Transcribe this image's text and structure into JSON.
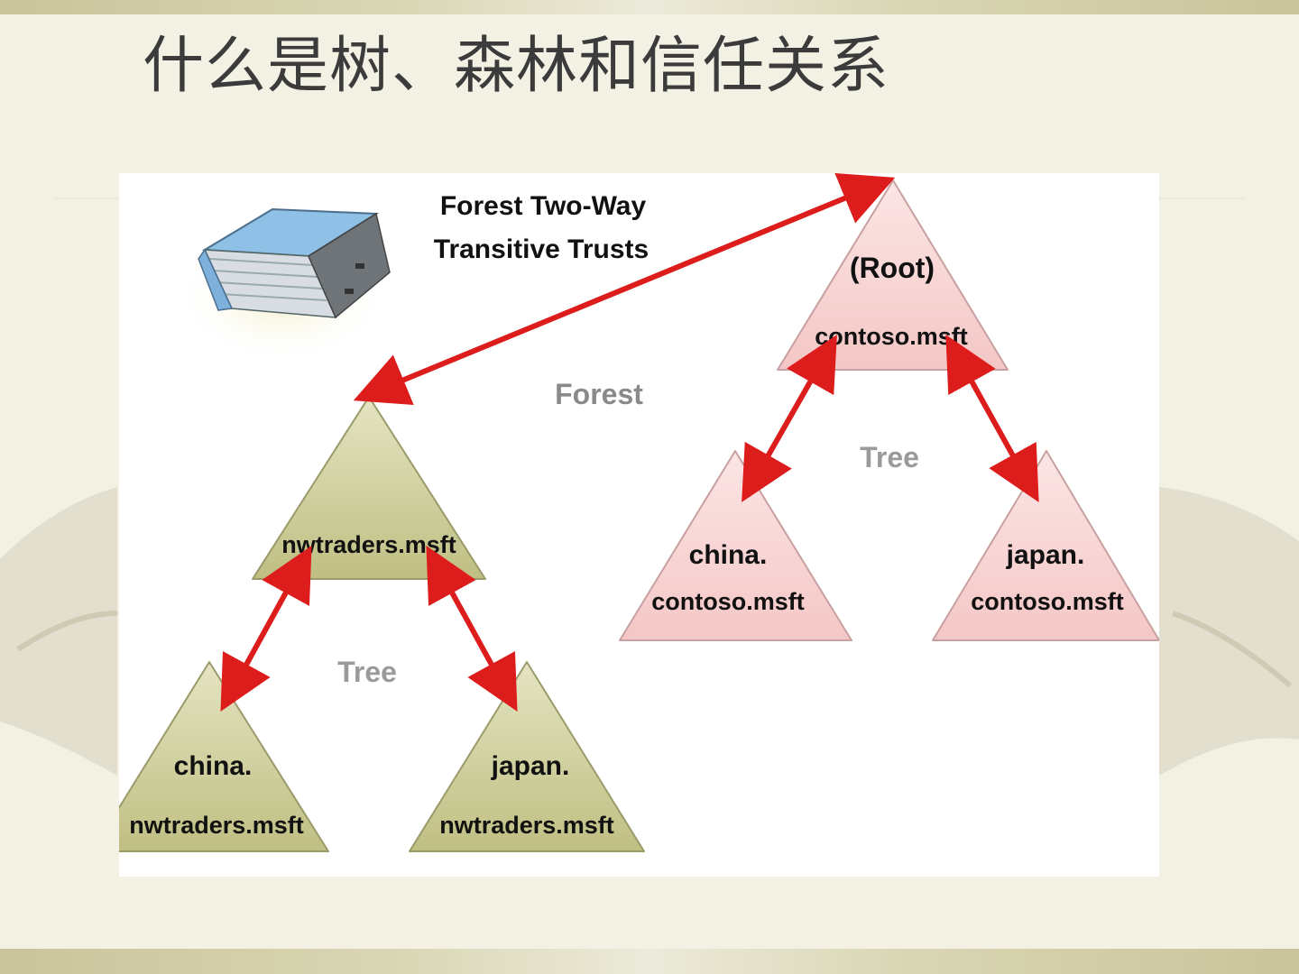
{
  "slide": {
    "title": "什么是树、森林和信任关系"
  },
  "diagram": {
    "forest_trust_label_line1": "Forest Two-Way",
    "forest_trust_label_line2": "Transitive Trusts",
    "forest_label": "Forest",
    "trees": [
      {
        "tree_label": "Tree",
        "root": {
          "line1": "",
          "line2": "nwtraders.msft"
        },
        "children": [
          {
            "line1": "china.",
            "line2": "nwtraders.msft"
          },
          {
            "line1": "japan.",
            "line2": "nwtraders.msft"
          }
        ],
        "color": "#c8c890"
      },
      {
        "tree_label": "Tree",
        "root": {
          "line1": "(Root)",
          "line2": "contoso.msft"
        },
        "children": [
          {
            "line1": "china.",
            "line2": "contoso.msft"
          },
          {
            "line1": "japan.",
            "line2": "contoso.msft"
          }
        ],
        "color": "#f7d0cf"
      }
    ],
    "arrow_color": "#dd1c1c",
    "icon": "binder-icon"
  }
}
